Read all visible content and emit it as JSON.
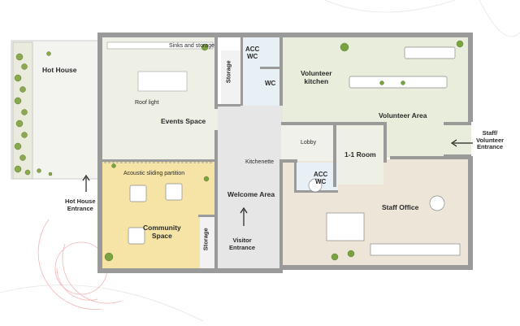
{
  "rooms": {
    "hot_house": "Hot House",
    "sinks_storage": "Sinks and storage",
    "storage_top": "Storage",
    "acc_wc_top": "ACC\nWC",
    "wc": "WC",
    "volunteer_kitchen": "Volunteer\nkitchen",
    "volunteer_area": "Volunteer Area",
    "roof_light": "Roof light",
    "events_space": "Events Space",
    "lobby": "Lobby",
    "one_to_one_room": "1-1 Room",
    "kitchenette": "Kitchenette",
    "acoustic_partition": "Acoustic sliding partition",
    "acc_wc_bottom": "ACC\nWC",
    "welcome_area": "Welcome Area",
    "staff_office": "Staff Office",
    "community_space": "Community\nSpace",
    "storage_bottom": "Storage"
  },
  "entrances": {
    "hot_house_entrance": "Hot House\nEntrance",
    "visitor_entrance": "Visitor\nEntrance",
    "staff_volunteer_entrance": "Staff/\nVolunteer\nEntrance"
  },
  "colors": {
    "wall": "#9a9a9a",
    "events_floor": "#eef0e6",
    "volunteer_floor": "#e9eedc",
    "community_floor": "#f6e4a6",
    "staff_floor": "#ece5d8",
    "welcome_floor": "#e6e6e6",
    "wc_floor": "#e7f0f4",
    "hot_house_floor": "#f3f3f0",
    "plant": "#6f9d3a",
    "entrance_curve": "#f2b5b5"
  }
}
